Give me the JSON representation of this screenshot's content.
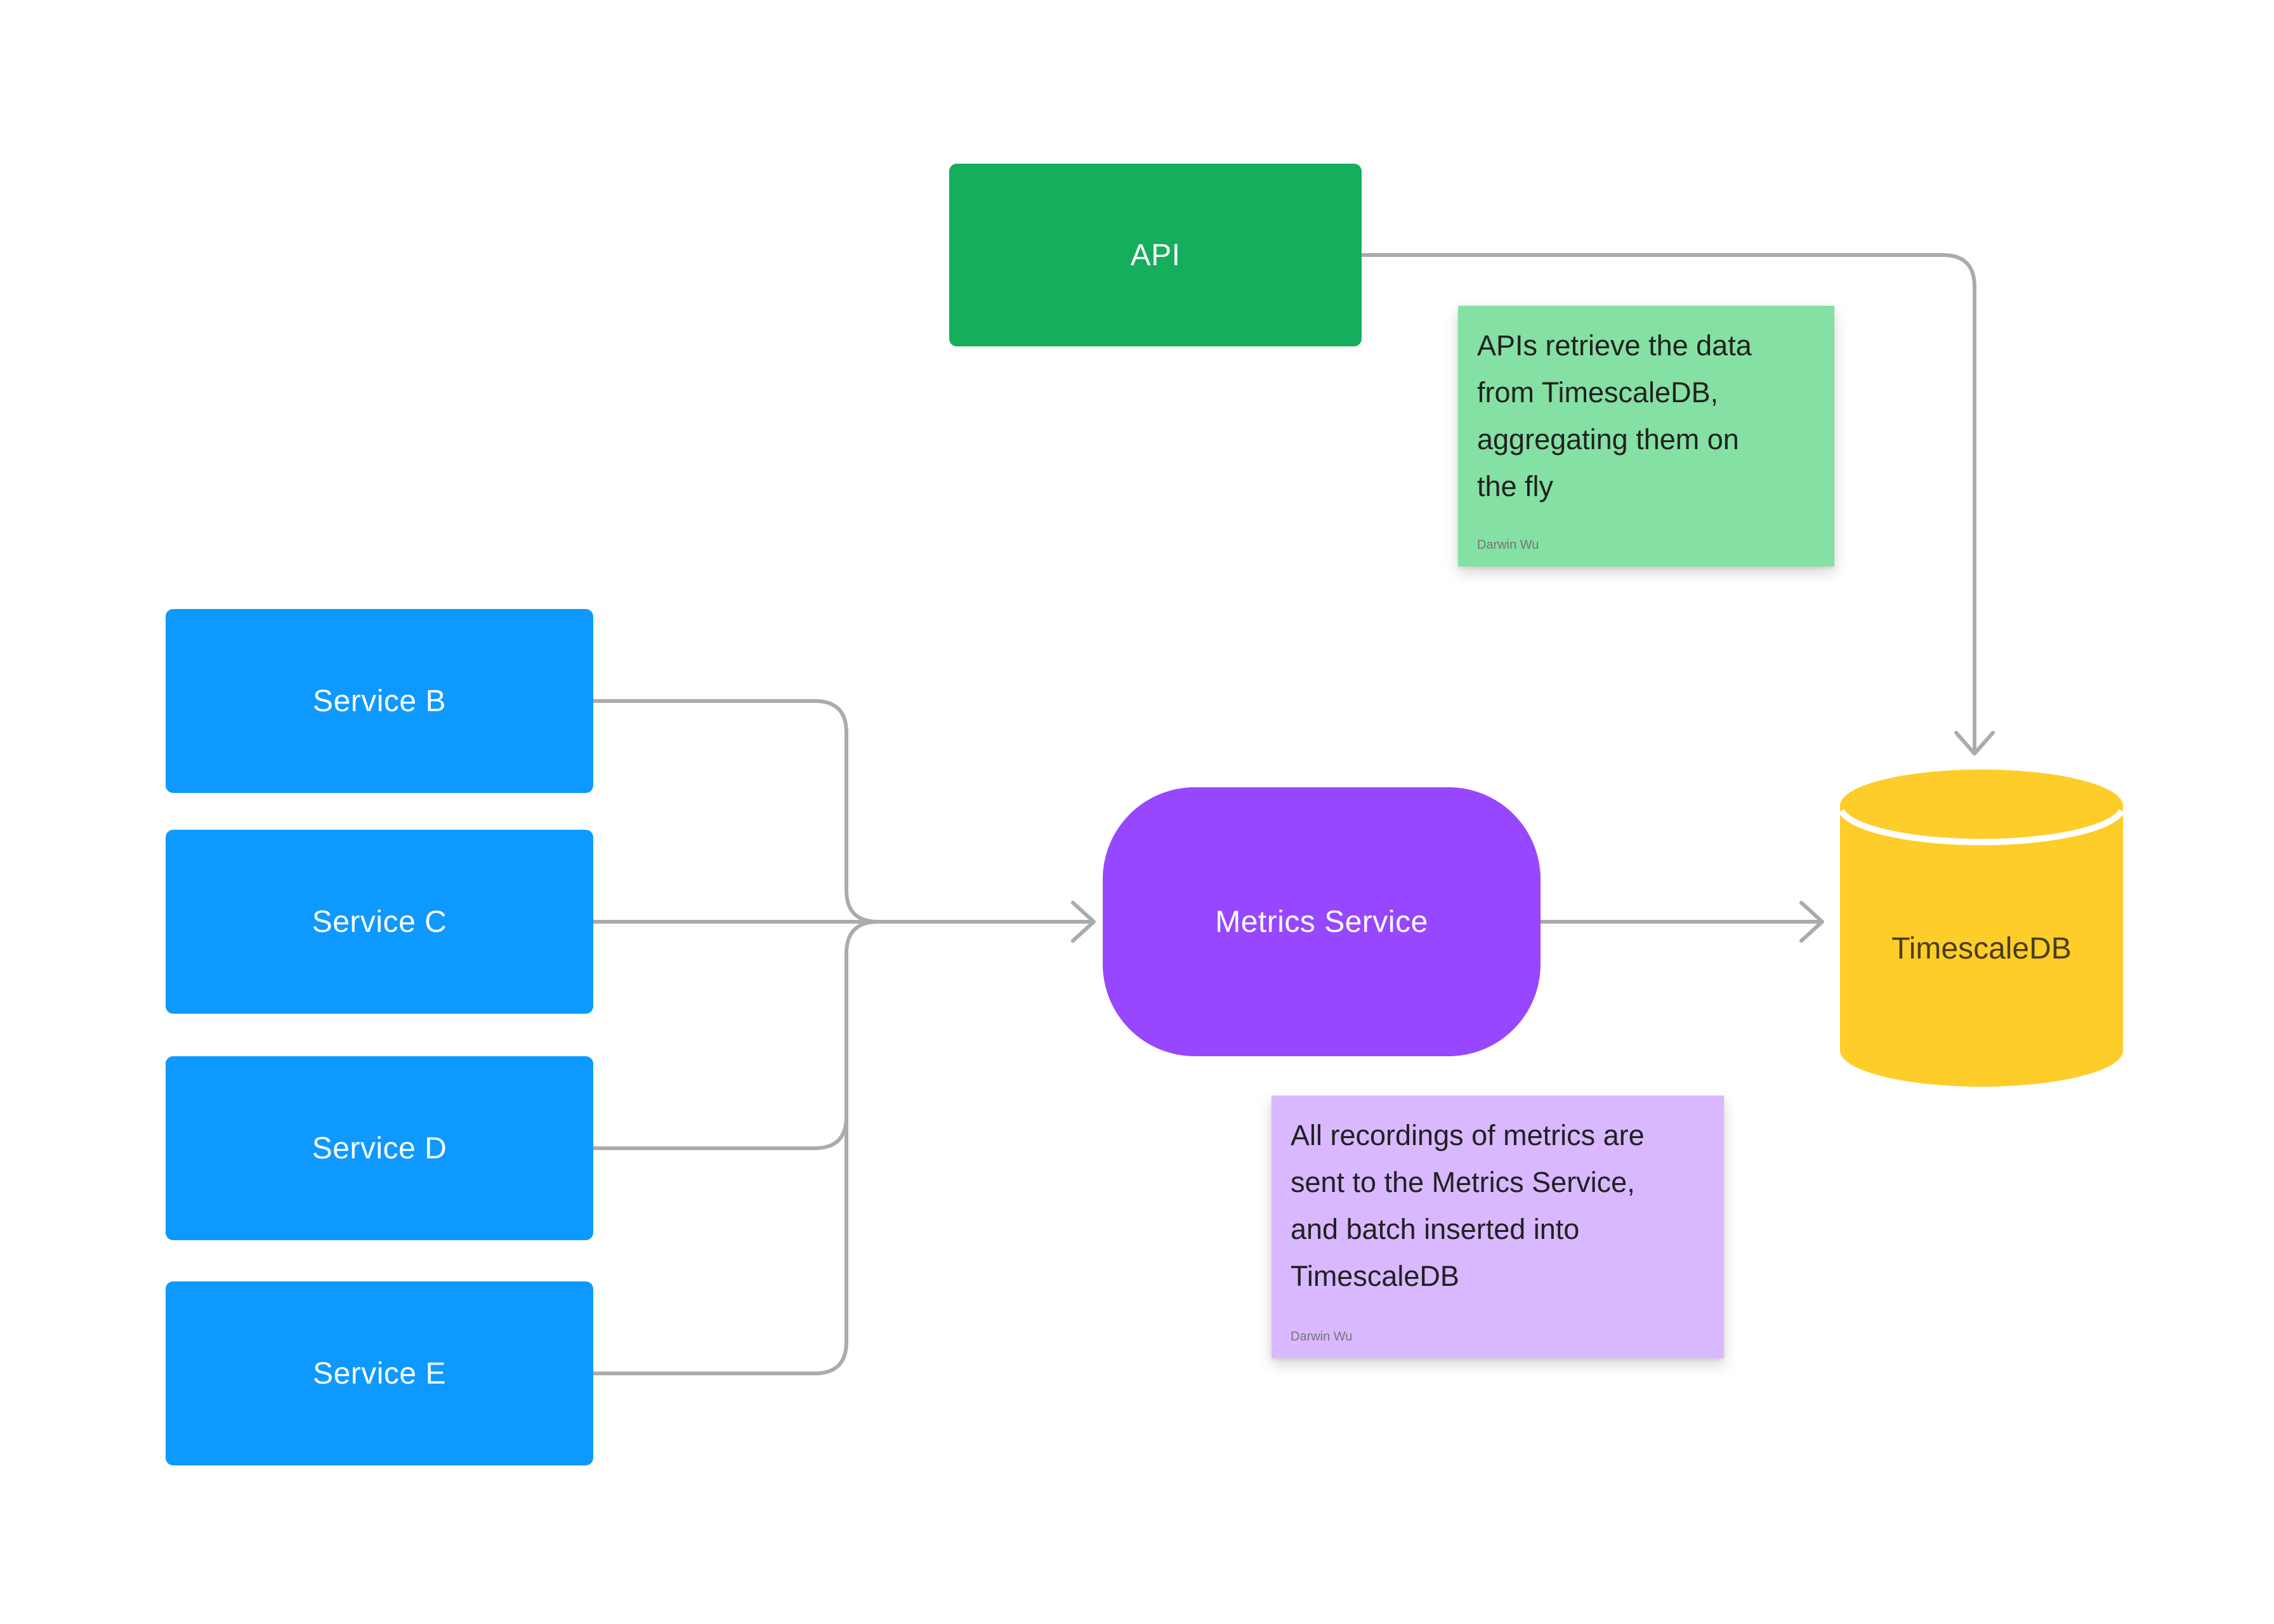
{
  "canvas": {
    "background": "#FFFFFF"
  },
  "nodes": {
    "api": {
      "label": "API",
      "color": "#14AE5C",
      "label_color": "#FFFFFF"
    },
    "services": [
      {
        "label": "Service B"
      },
      {
        "label": "Service C"
      },
      {
        "label": "Service D"
      },
      {
        "label": "Service E"
      }
    ],
    "service_color": "#0D99FF",
    "metrics": {
      "label": "Metrics Service",
      "color": "#9747FF",
      "label_color": "#FFFFFF"
    },
    "database": {
      "label": "TimescaleDB",
      "color": "#FFCD29",
      "label_color": "#4A3D14",
      "highlight": "#FFFFFF"
    }
  },
  "stickies": {
    "api_note": {
      "color": "#85E0A3",
      "lines": [
        "APIs retrieve the data",
        "from TimescaleDB,",
        "aggregating them on",
        "the fly"
      ],
      "author": "Darwin Wu"
    },
    "metrics_note": {
      "color": "#D9B8FF",
      "lines": [
        "All recordings of metrics are",
        "sent to the Metrics Service,",
        "and batch inserted into",
        "TimescaleDB"
      ],
      "author": "Darwin Wu"
    }
  },
  "connectors": {
    "color": "#ABABAB"
  }
}
